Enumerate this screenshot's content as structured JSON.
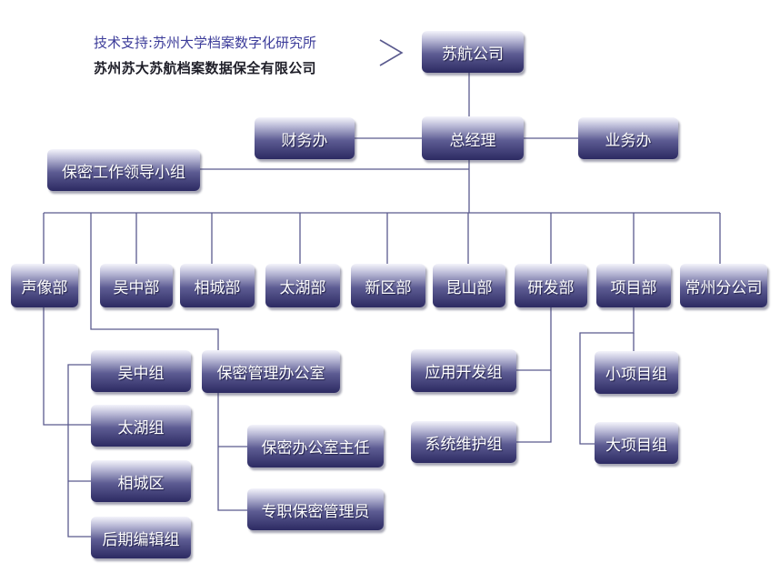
{
  "credits": {
    "support": "技术支持:苏州大学档案数字化研究所",
    "company": "苏州苏大苏航档案数据保全有限公司"
  },
  "colors": {
    "line": "#5a5a8e",
    "node_dark": "#2c2a62",
    "credit_blue": "#3c3c9a"
  },
  "nodes": {
    "root": "苏航公司",
    "gm": "总经理",
    "finance": "财务办",
    "business": "业务办",
    "secrecy_group": "保密工作领导小组",
    "dept_shengxiang": "声像部",
    "dept_wuzhong": "吴中部",
    "dept_xiangcheng": "相城部",
    "dept_taihu": "太湖部",
    "dept_xinqu": "新区部",
    "dept_kunshan": "昆山部",
    "dept_rnd": "研发部",
    "dept_project": "项目部",
    "dept_changzhou": "常州分公司",
    "sub_wuzhong": "吴中组",
    "sub_taihu": "太湖组",
    "sub_xiangcheng": "相城区",
    "sub_postprod": "后期编辑组",
    "secrecy_office": "保密管理办公室",
    "office_director": "保密办公室主任",
    "secrecy_officer": "专职保密管理员",
    "app_dev": "应用开发组",
    "sys_maint": "系统维护组",
    "small_project": "小项目组",
    "big_project": "大项目组"
  }
}
